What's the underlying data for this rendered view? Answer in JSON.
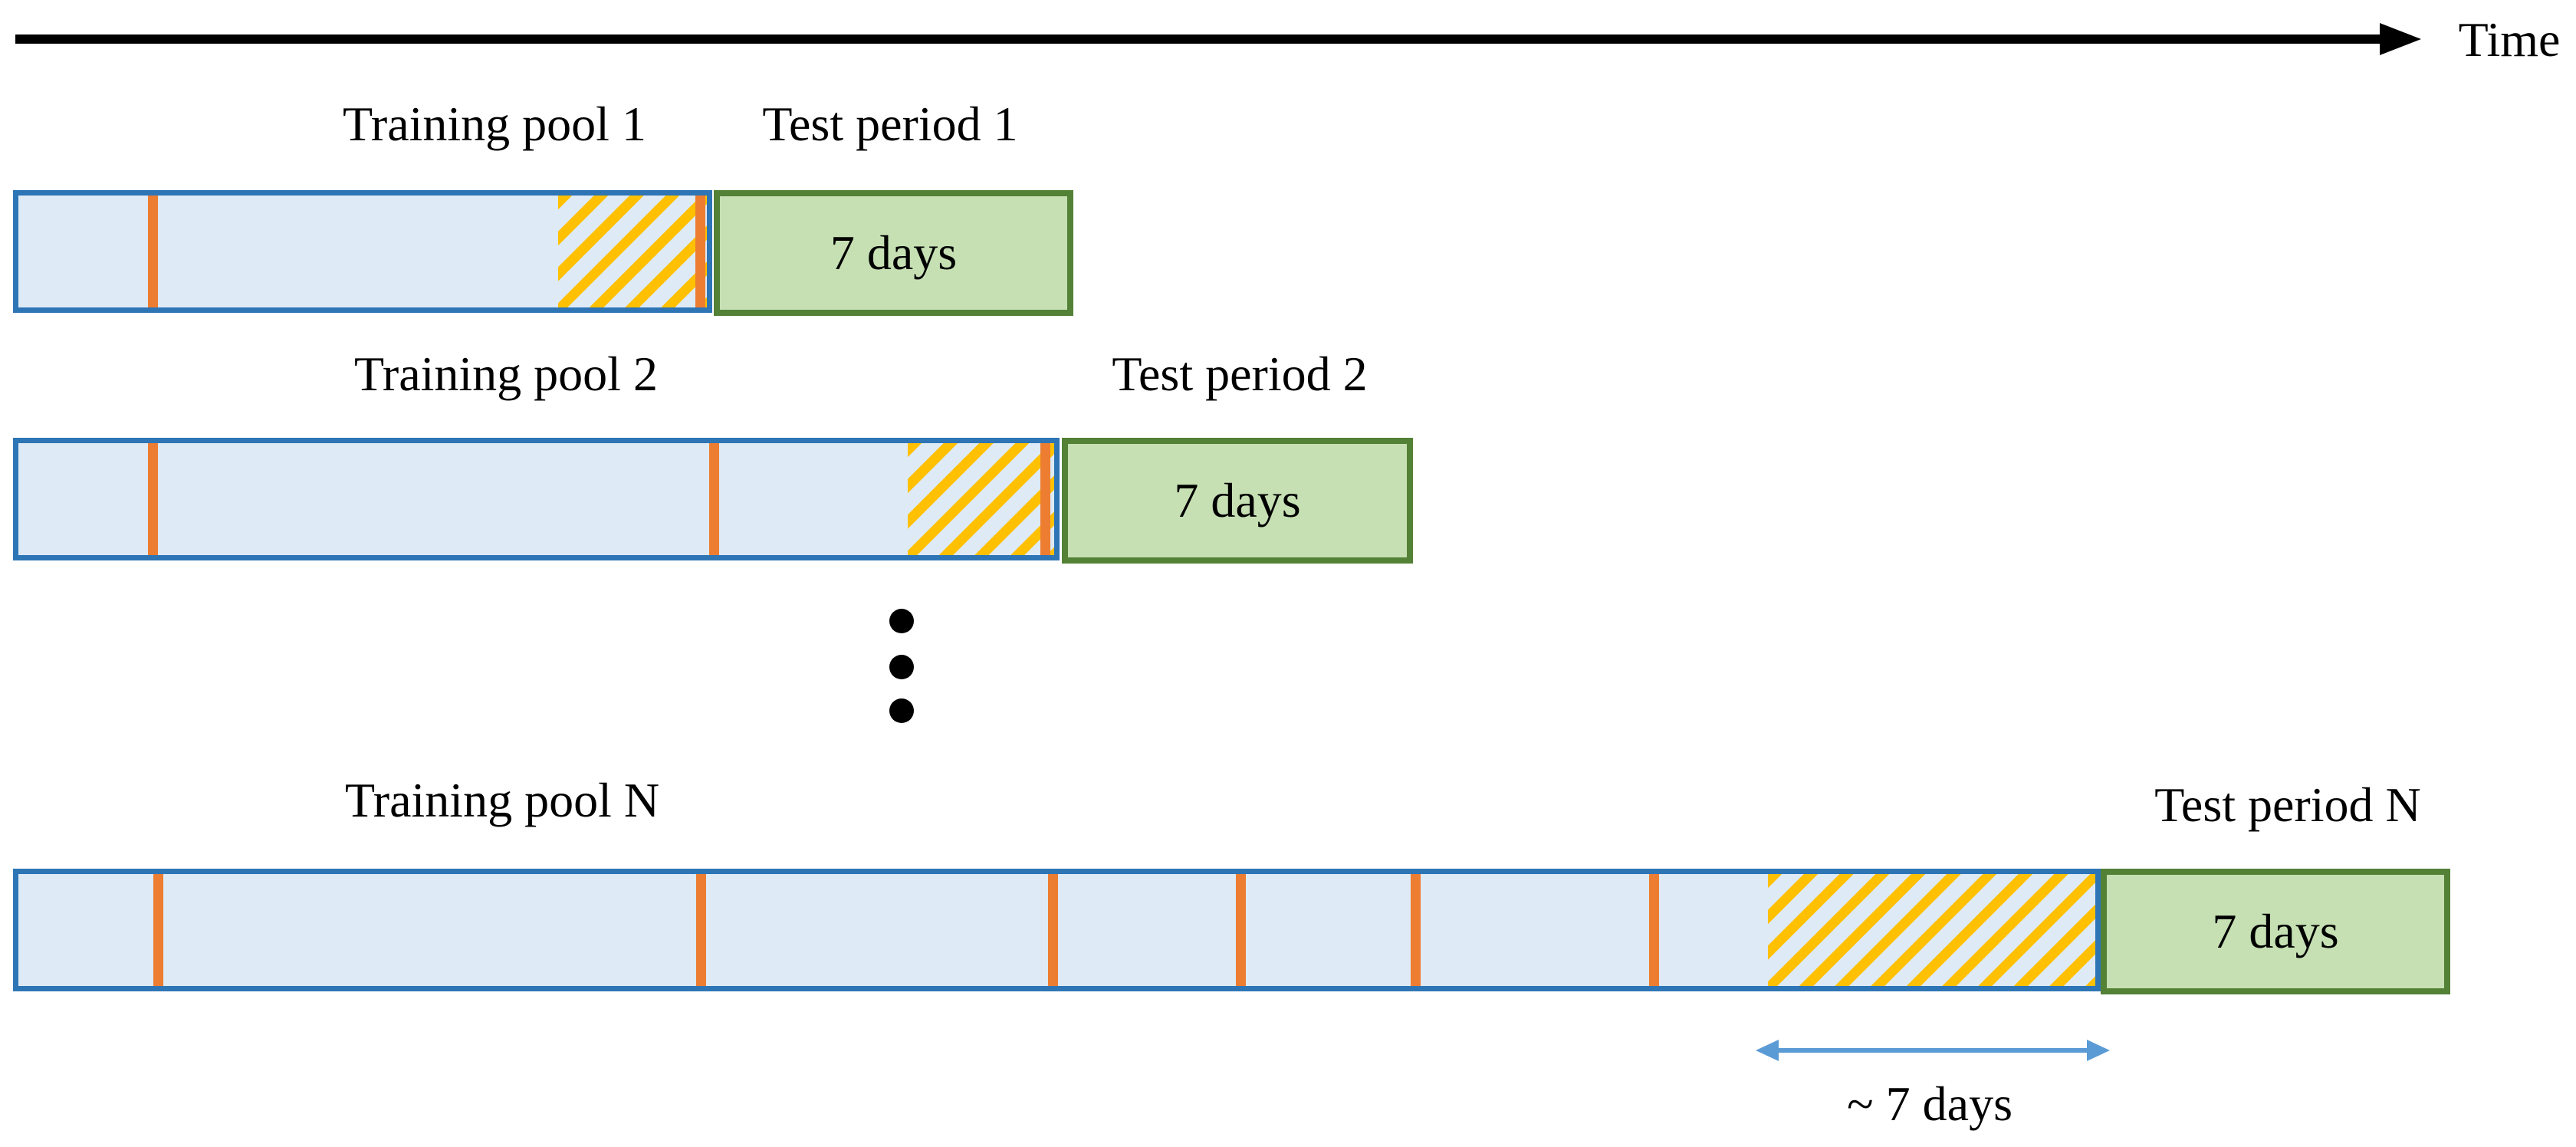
{
  "time_axis": {
    "label": "Time"
  },
  "rows": [
    {
      "index": "1",
      "training_label": "Training pool 1",
      "test_label": "Test period 1",
      "test_duration": "7 days"
    },
    {
      "index": "2",
      "training_label": "Training pool 2",
      "test_label": "Test period 2",
      "test_duration": "7 days"
    },
    {
      "index": "N",
      "training_label": "Training pool N",
      "test_label": "Test period N",
      "test_duration": "7 days"
    }
  ],
  "annotation": {
    "label": "~ 7 days"
  },
  "colors": {
    "pool_fill": "#DEEAF6",
    "pool_border": "#2E75B6",
    "tick_orange": "#ED7D31",
    "hatch_yellow": "#FFC000",
    "test_fill": "#C6E0B4",
    "test_border": "#538135",
    "range_arrow_blue": "#5B9BD5",
    "axis_black": "#000000",
    "text_black": "#000000",
    "background": "#FFFFFF"
  }
}
